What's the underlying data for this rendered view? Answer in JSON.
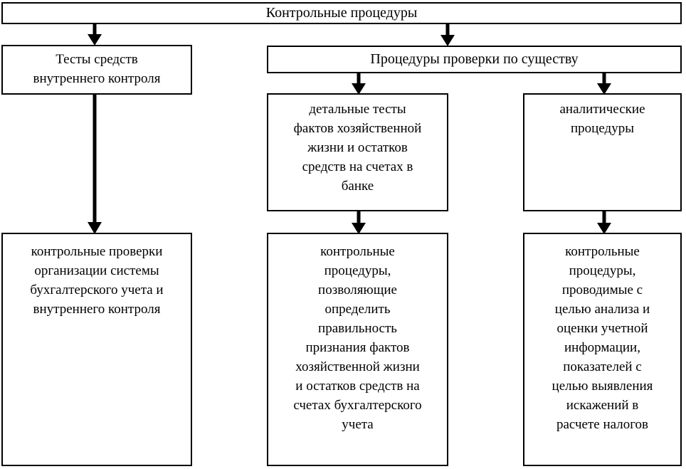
{
  "diagram": {
    "title": "Контрольные процедуры",
    "language": "ru",
    "nodes": {
      "root": {
        "label": "Контрольные процедуры"
      },
      "internal_control_tests": {
        "label": "Тесты средств\nвнутреннего контроля"
      },
      "substantive_procedures": {
        "label": "Процедуры проверки по существу"
      },
      "detailed_tests": {
        "label": "детальные тесты\nфактов хозяйственной\nжизни и остатков\nсредств на счетах в\nбанке"
      },
      "analytical_procedures": {
        "label": "аналитические\nпроцедуры"
      },
      "control_checks": {
        "label": "контрольные проверки\nорганизации системы\nбухгалтерского учета и\nвнутреннего контроля"
      },
      "correctness_procedures": {
        "label": "контрольные\nпроцедуры,\nпозволяющие\nопределить\nправильность\nпризнания фактов\nхозяйственной жизни\nи остатков средств на\nсчетах бухгалтерского\nучета"
      },
      "analysis_procedures": {
        "label": "контрольные\nпроцедуры,\nпроводимые с\nцелью анализа и\nоценки учетной\nинформации,\nпоказателей с\nцелью выявления\nискажений в\nрасчете налогов"
      }
    },
    "connectors": [
      {
        "name": "root-to-internal-control-tests",
        "from": "root",
        "to": "internal_control_tests"
      },
      {
        "name": "root-to-substantive-procedures",
        "from": "root",
        "to": "substantive_procedures"
      },
      {
        "name": "substantive-to-detailed-tests",
        "from": "substantive_procedures",
        "to": "detailed_tests"
      },
      {
        "name": "substantive-to-analytical-procedures",
        "from": "substantive_procedures",
        "to": "analytical_procedures"
      },
      {
        "name": "internal-control-tests-to-control-checks",
        "from": "internal_control_tests",
        "to": "control_checks"
      },
      {
        "name": "detailed-tests-to-correctness-procedures",
        "from": "detailed_tests",
        "to": "correctness_procedures"
      },
      {
        "name": "analytical-to-analysis-procedures",
        "from": "analytical_procedures",
        "to": "analysis_procedures"
      }
    ],
    "style": {
      "line_color": "#000000",
      "box_fill": "#ffffff",
      "page_background": "#ffffff"
    }
  }
}
